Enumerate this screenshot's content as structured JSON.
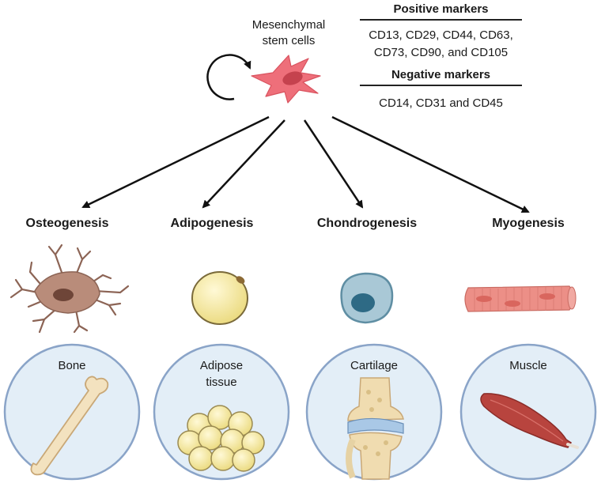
{
  "stem_cell": {
    "label_line1": "Mesenchymal",
    "label_line2": "stem cells"
  },
  "markers": {
    "positive_title": "Positive markers",
    "positive_line1": "CD13, CD29, CD44, CD63,",
    "positive_line2": "CD73, CD90, and CD105",
    "negative_title": "Negative markers",
    "negative_line1": "CD14, CD31 and CD45"
  },
  "lineages": [
    {
      "process": "Osteogenesis",
      "tissue_line1": "Bone",
      "tissue_line2": ""
    },
    {
      "process": "Adipogenesis",
      "tissue_line1": "Adipose",
      "tissue_line2": "tissue"
    },
    {
      "process": "Chondrogenesis",
      "tissue_line1": "Cartilage",
      "tissue_line2": ""
    },
    {
      "process": "Myogenesis",
      "tissue_line1": "Muscle",
      "tissue_line2": ""
    }
  ],
  "colors": {
    "stem_cell": "#ee6f7a",
    "circle_fill": "#e3eef7",
    "circle_stroke": "#8aa4c8",
    "bone_cell": "#b98c7a",
    "adipocyte": "#f3e79a",
    "chondrocyte": "#a9c8d6",
    "muscle_fiber": "#ec8f87"
  },
  "icons": [
    "self-renewal-arrow-icon",
    "stem-cell-icon",
    "osteocyte-icon",
    "adipocyte-icon",
    "chondrocyte-icon",
    "muscle-fiber-icon",
    "bone-icon",
    "fat-cluster-icon",
    "knee-joint-icon",
    "muscle-icon"
  ]
}
